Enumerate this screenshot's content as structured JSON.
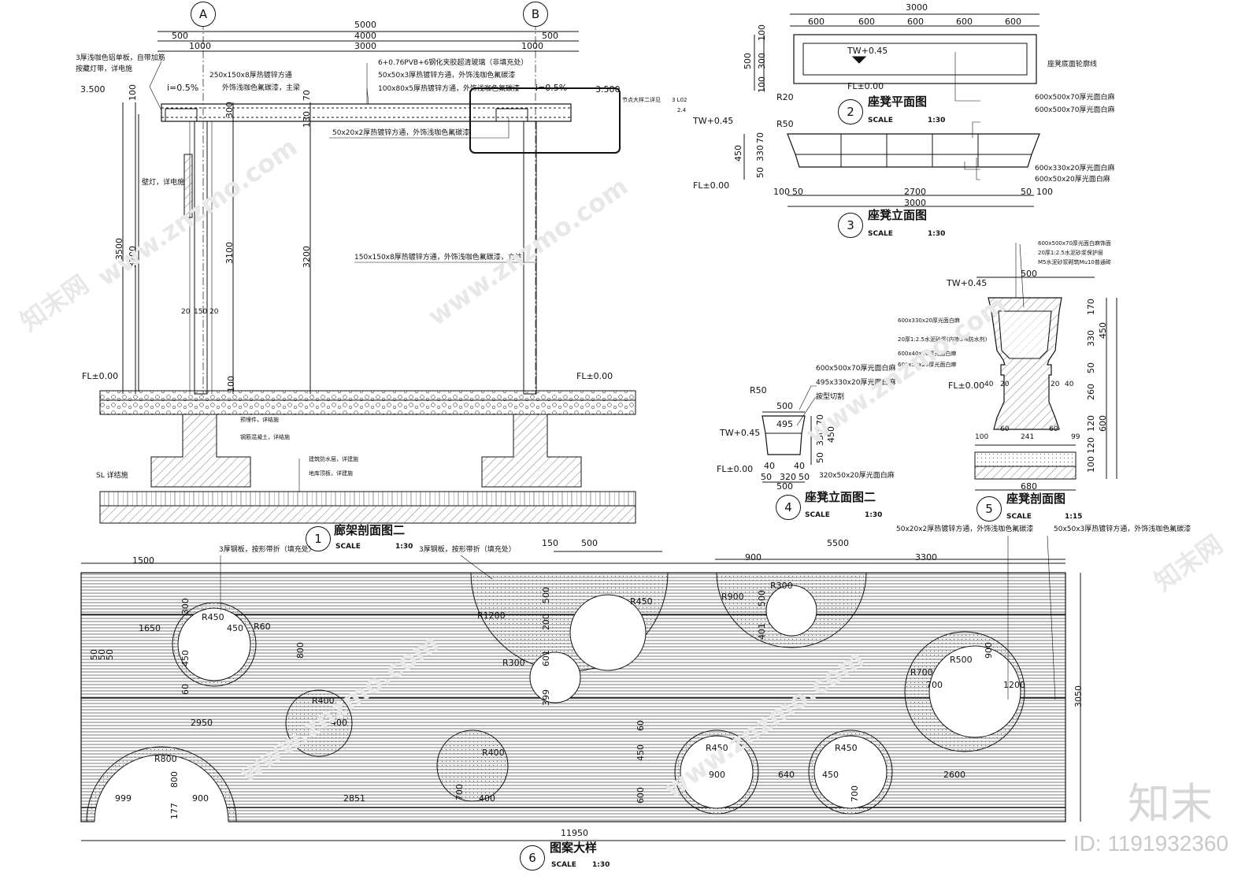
{
  "grid_axes": [
    "A",
    "B"
  ],
  "corridor_section": {
    "top_dims": [
      "5000",
      "500",
      "4000",
      "500",
      "1000",
      "3000",
      "1000"
    ],
    "notes": [
      "3厚浅咖色铝单板，自带加筋",
      "按藏灯带，详电施",
      "250x150x8厚热镀锌方通",
      "外饰浅咖色氟碳漆，主梁",
      "6+0.76PVB+6钢化夹胶超清玻璃（非填充处）",
      "50x50x3厚热镀锌方通，外饰浅咖色氟碳漆",
      "100x80x5厚热镀锌方通，外饰浅咖色氟碳漆",
      "50x20x2厚热镀锌方通，外饰浅咖色氟碳漆",
      "150x150x8厚热镀锌方通，外饰浅咖色氟碳漆，立柱",
      "壁灯，详电施",
      "预埋件，详结施",
      "钢筋混凝土，详结施",
      "建筑防水层，详建施",
      "地库顶板，详建施",
      "SL 详结施",
      "节点大样二详见"
    ],
    "slope_left": "i=0.5%",
    "slope_right": "i=0.5%",
    "level_top_left": "3.500",
    "level_top_right": "3.500",
    "floor_left": "FL±0.00",
    "floor_right": "FL±0.00",
    "v_dims": [
      "3500",
      "3200",
      "3100",
      "3200",
      "100",
      "100",
      "70",
      "130",
      "300",
      "20",
      "150",
      "20"
    ],
    "ref_mark": "3 L02",
    "ref_sub": "2.4"
  },
  "views": [
    {
      "num": "1",
      "title": "廊架剖面图二",
      "scale_label": "SCALE",
      "scale": "1:30"
    },
    {
      "num": "2",
      "title": "座凳平面图",
      "scale_label": "SCALE",
      "scale": "1:30"
    },
    {
      "num": "3",
      "title": "座凳立面图",
      "scale_label": "SCALE",
      "scale": "1:30"
    },
    {
      "num": "4",
      "title": "座凳立面图二",
      "scale_label": "SCALE",
      "scale": "1:30"
    },
    {
      "num": "5",
      "title": "座凳剖面图",
      "scale_label": "SCALE",
      "scale": "1:15"
    },
    {
      "num": "6",
      "title": "图案大样",
      "scale_label": "SCALE",
      "scale": "1:30"
    }
  ],
  "bench_plan": {
    "dims_top": [
      "3000",
      "600",
      "600",
      "600",
      "600",
      "600"
    ],
    "dims_left": [
      "100",
      "300",
      "500",
      "100"
    ],
    "tw": "TW+0.45",
    "fl": "FL±0.00",
    "r": "R20",
    "note_right": "座凳底面轮廓线",
    "note_1": "600x500x70厚光面白麻"
  },
  "bench_elev": {
    "tw": "TW+0.45",
    "fl": "FL±0.00",
    "r": "R50",
    "v_dims": [
      "450",
      "330",
      "70",
      "50"
    ],
    "dims_bottom": [
      "100",
      "50",
      "2700",
      "50",
      "100",
      "3000"
    ],
    "notes": [
      "600x500x70厚光面白麻",
      "600x330x20厚光面白麻",
      "600x50x20厚光面白麻"
    ]
  },
  "bench_elev2": {
    "notes": [
      "600x500x70厚光面白麻",
      "495x330x20厚光面白麻",
      "按型切割"
    ],
    "tw": "TW+0.45",
    "fl": "FL±0.00",
    "r": "R50",
    "dims": [
      "500",
      "495",
      "450",
      "330",
      "70",
      "50",
      "40",
      "40",
      "50",
      "320",
      "50",
      "500"
    ],
    "note_bottom": "320x50x20厚光面白麻"
  },
  "bench_section": {
    "notes_top": [
      "600x500x70厚光面白麻饰面",
      "20厚1:2.5水泥砂浆保护层",
      "M5水泥砂浆砌筑Mu10普通砖"
    ],
    "notes_left": [
      "600x330x20厚光面白麻",
      "20厚1:2.5水泥砂浆(内掺5%防水剂)",
      "600x40x20厚光面白麻",
      "600x50x20厚光面白麻"
    ],
    "tw": "TW+0.45",
    "fl": "FL±0.00",
    "dims": [
      "500",
      "170",
      "330",
      "450",
      "50",
      "260",
      "40",
      "20",
      "20",
      "40",
      "120",
      "600",
      "120",
      "100",
      "100",
      "60",
      "241",
      "60",
      "99",
      "680"
    ]
  },
  "pattern": {
    "notes": [
      "3厚钢板，按形带折（填充处）",
      "3厚钢板，按形带折（填充处）",
      "50x20x2厚热镀锌方通，外饰浅咖色氟碳漆",
      "50x50x3厚热镀锌方通，外饰浅咖色氟碳漆"
    ],
    "dims": [
      "1500",
      "1650",
      "150",
      "500",
      "5500",
      "900",
      "3300",
      "2950",
      "999",
      "900",
      "2851",
      "400",
      "900",
      "640",
      "450",
      "2600",
      "11950",
      "3050",
      "R450",
      "450",
      "R60",
      "R1200",
      "R300",
      "R450",
      "R900",
      "R300",
      "R700",
      "R500",
      "700",
      "1200",
      "R400",
      "400",
      "R800",
      "R400",
      "R450",
      "R450",
      "800",
      "300",
      "450",
      "60",
      "200",
      "500",
      "601",
      "399",
      "401",
      "500",
      "900",
      "177",
      "800",
      "700",
      "600",
      "450",
      "700",
      "60",
      "50",
      "50",
      "50"
    ]
  },
  "watermark": {
    "logo": "知末",
    "id": "ID: 1191932360",
    "site": "www.znzmo.com",
    "cn": "知末网"
  }
}
